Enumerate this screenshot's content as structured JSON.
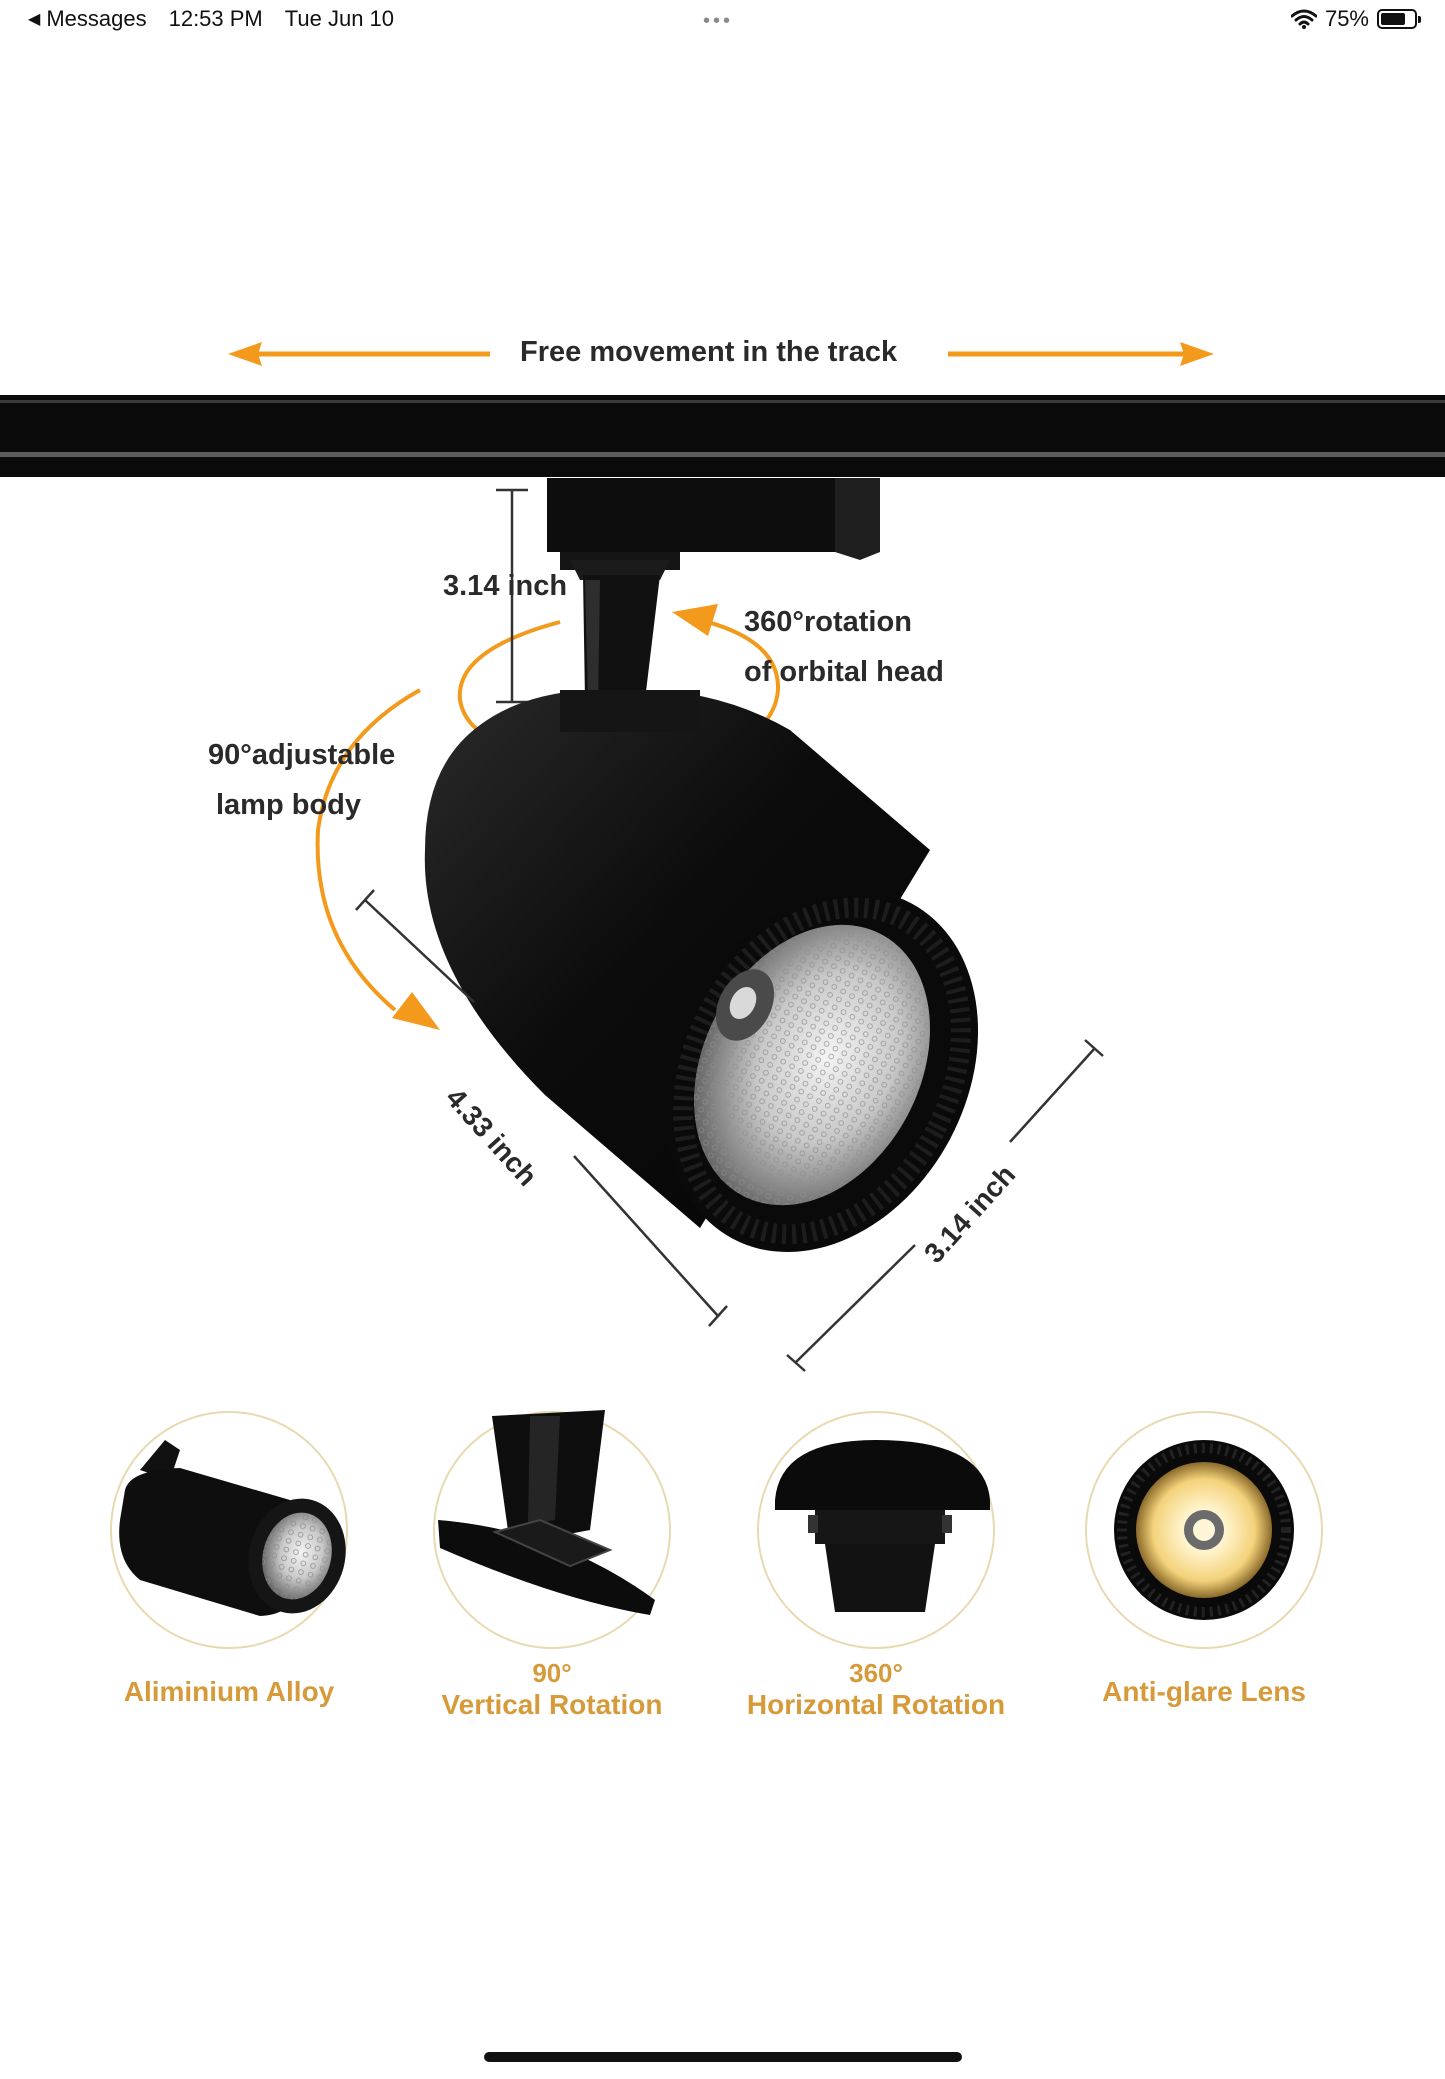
{
  "status_bar": {
    "back_label": "Messages",
    "time": "12:53 PM",
    "date": "Tue Jun 10",
    "battery_text": "75%",
    "battery_level": 0.75
  },
  "diagram": {
    "track_label": "Free movement in the track",
    "height_dim": "3.14 inch",
    "rotation_line1": "360°rotation",
    "rotation_line2": "of orbital head",
    "adjust_line1": "90°adjustable",
    "adjust_line2": "lamp body",
    "length_dim": "4.33 inch",
    "diameter_dim": "3.14 inch"
  },
  "features": [
    {
      "line1": "",
      "line2": "Aliminium Alloy"
    },
    {
      "line1": "90°",
      "line2": "Vertical Rotation"
    },
    {
      "line1": "360°",
      "line2": "Horizontal Rotation"
    },
    {
      "line1": "",
      "line2": "Anti-glare Lens"
    }
  ],
  "colors": {
    "accent": "#f39a1c",
    "gold_text": "#d69a3a",
    "track": "#0a0a0a"
  }
}
